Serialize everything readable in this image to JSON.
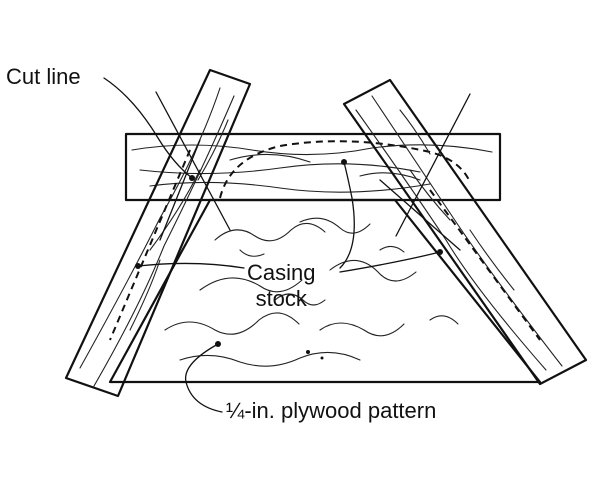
{
  "labels": {
    "cut_line": "Cut line",
    "casing_line1": "Casing",
    "casing_line2": "stock",
    "plywood": "¼-in. plywood pattern"
  }
}
